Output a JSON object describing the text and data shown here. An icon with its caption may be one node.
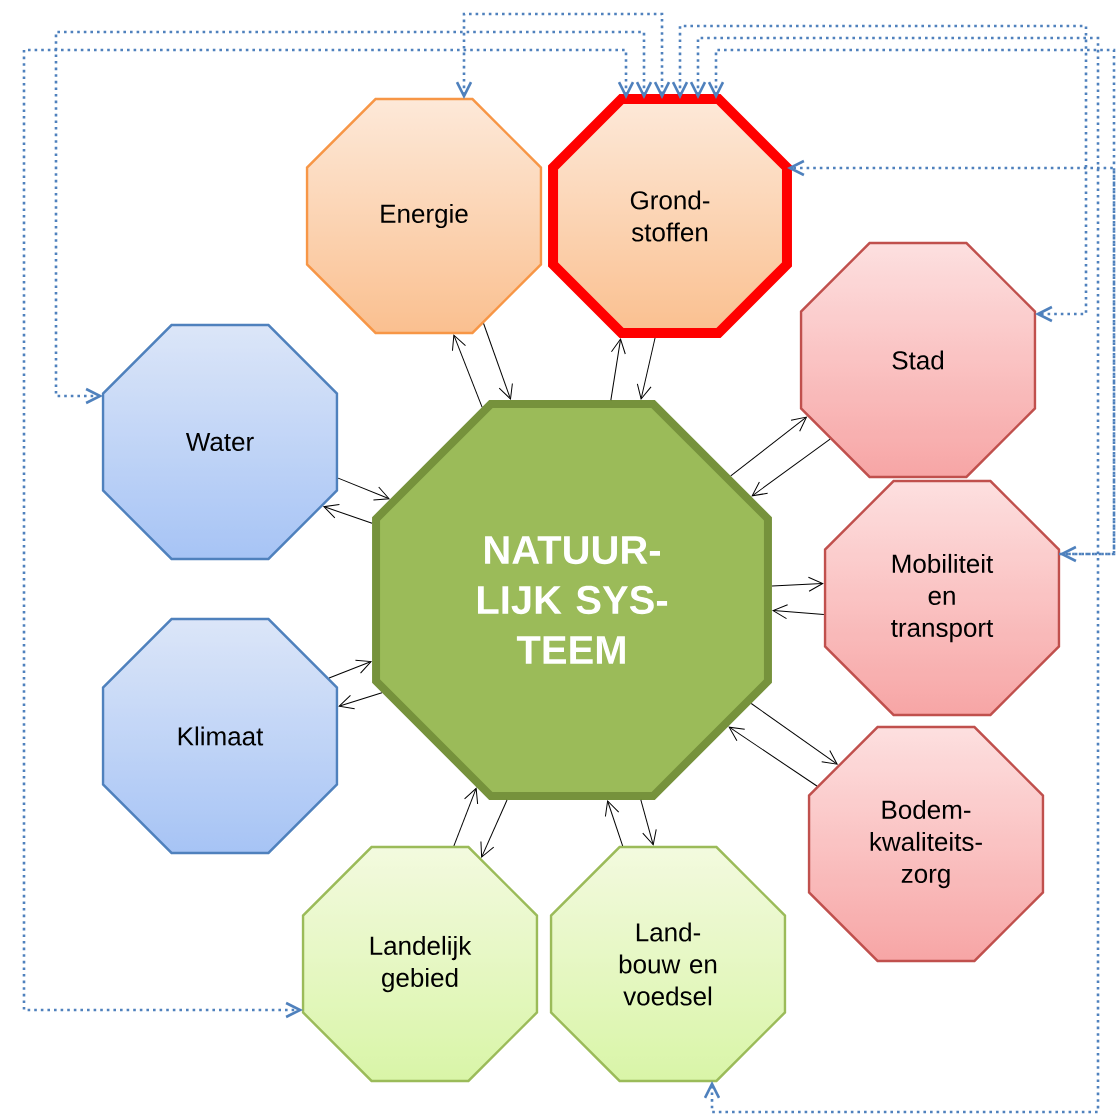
{
  "diagram": {
    "nodes": [
      {
        "text": [
          "Energie"
        ]
      },
      {
        "text": [
          "Grond- stoffen"
        ]
      },
      {
        "text": [
          "Stad"
        ]
      },
      {
        "text": [
          "Water"
        ]
      },
      {
        "text": [
          "NATUUR- LIJK SYS- TEEM"
        ]
      },
      {
        "text": [
          "Mobiliteit en transport"
        ]
      },
      {
        "text": [
          "Klimaat"
        ]
      },
      {
        "text": [
          "Bodem- kwaliteits- zorg"
        ]
      },
      {
        "text": [
          "Landelijk gebied"
        ]
      },
      {
        "text": [
          "Land- bouw en voedsel"
        ]
      }
    ],
    "edges": [
      {
        "from": 4,
        "to": 0,
        "arrow": "to"
      },
      {
        "from": 0,
        "to": 4,
        "arrow": "to"
      },
      {
        "from": 4,
        "to": 1,
        "arrow": "to"
      },
      {
        "from": 1,
        "to": 4,
        "arrow": "to"
      },
      {
        "from": 4,
        "to": 2,
        "arrow": "to"
      },
      {
        "from": 2,
        "to": 4,
        "arrow": "to"
      },
      {
        "from": 4,
        "to": 3,
        "arrow": "to"
      },
      {
        "from": 3,
        "to": 4,
        "arrow": "to"
      },
      {
        "from": 4,
        "to": 5,
        "arrow": "to"
      },
      {
        "from": 5,
        "to": 4,
        "arrow": "to"
      },
      {
        "from": 4,
        "to": 6,
        "arrow": "to"
      },
      {
        "from": 6,
        "to": 4,
        "arrow": "to"
      },
      {
        "from": 4,
        "to": 7,
        "arrow": "to"
      },
      {
        "from": 7,
        "to": 4,
        "arrow": "to"
      },
      {
        "from": 4,
        "to": 8,
        "arrow": "to"
      },
      {
        "from": 8,
        "to": 4,
        "arrow": "to"
      },
      {
        "from": 4,
        "to": 9,
        "arrow": "to"
      },
      {
        "from": 9,
        "to": 4,
        "arrow": "to"
      },
      {
        "from": 0,
        "to": 1,
        "arrow": "both",
        "style": "dashed",
        "color": "#4f81bd"
      },
      {
        "from": 1,
        "to": 3,
        "arrow": "both",
        "style": "dashed",
        "color": "#4f81bd"
      },
      {
        "from": 1,
        "to": 8,
        "arrow": "both",
        "style": "dashed",
        "color": "#4f81bd"
      },
      {
        "from": 1,
        "to": 2,
        "arrow": "both",
        "style": "dashed",
        "color": "#4f81bd"
      },
      {
        "from": 1,
        "to": 9,
        "arrow": "both",
        "style": "dashed",
        "color": "#4f81bd"
      },
      {
        "from": 1,
        "to": 5,
        "arrow": "both",
        "style": "dashed",
        "color": "#4f81bd"
      },
      {
        "from": 5,
        "to": 1,
        "arrow": "to",
        "style": "dashed",
        "color": "#4f81bd"
      }
    ]
  }
}
